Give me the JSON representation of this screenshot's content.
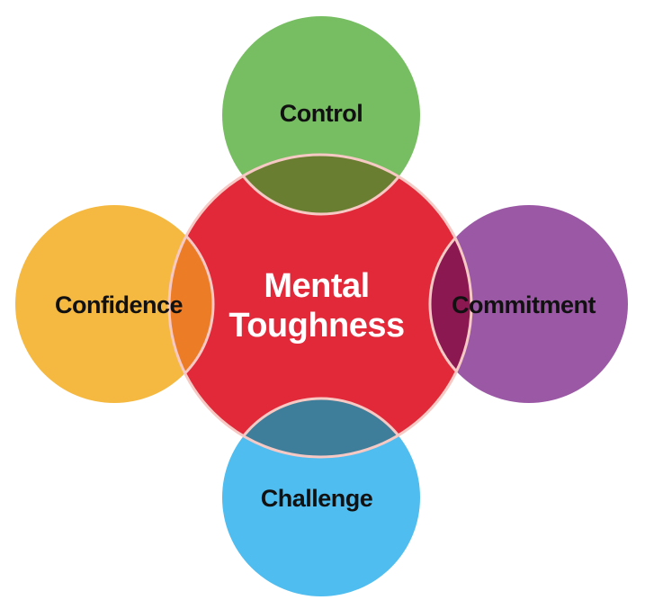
{
  "diagram": {
    "center": {
      "label_line1": "Mental",
      "label_line2": "Toughness",
      "color": "#E2293A"
    },
    "circles": {
      "control": {
        "label": "Control",
        "color": "#77BE62"
      },
      "commitment": {
        "label": "Commitment",
        "color": "#9B59A5"
      },
      "challenge": {
        "label": "Challenge",
        "color": "#4FBDF0"
      },
      "confidence": {
        "label": "Confidence",
        "color": "#F5B941"
      }
    },
    "overlaps": {
      "control": "#6A7E32",
      "commitment": "#8C1852",
      "challenge": "#3F7E9A",
      "confidence": "#EC7D26"
    },
    "outline_color": "#F7C9C4"
  }
}
